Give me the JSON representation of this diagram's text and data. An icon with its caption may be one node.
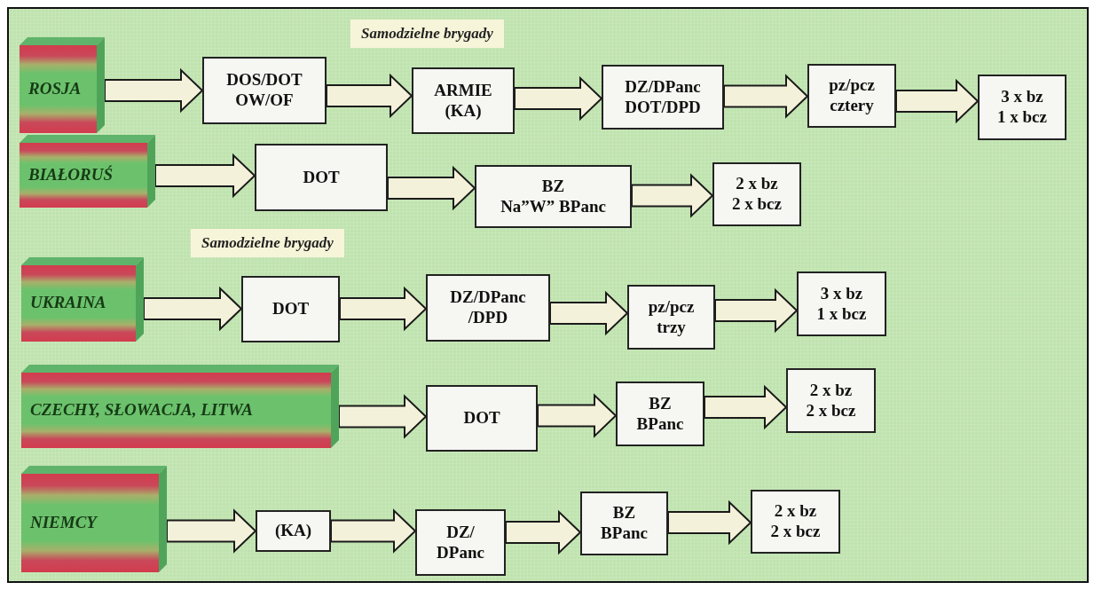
{
  "diagram": {
    "nodes": [
      {
        "text": [
          "ROSJA"
        ]
      },
      {
        "text": [
          "DOS/DOT",
          "OW/OF"
        ]
      },
      {
        "text": [
          "ARMIE",
          "(KA)"
        ]
      },
      {
        "text": [
          "DZ/DPanc",
          "DOT/DPD"
        ]
      },
      {
        "text": [
          "pz/pcz",
          "cztery"
        ]
      },
      {
        "text": [
          "3 x bz",
          "1 x bcz"
        ]
      },
      {
        "text": [
          "BIAŁORUŚ"
        ]
      },
      {
        "text": [
          "DOT"
        ]
      },
      {
        "text": [
          "BZ",
          "Na”W” BPanc"
        ]
      },
      {
        "text": [
          "2 x bz",
          "2 x bcz"
        ]
      },
      {
        "text": [
          "UKRAINA"
        ]
      },
      {
        "text": [
          "DOT"
        ]
      },
      {
        "text": [
          "DZ/DPanc",
          "/DPD"
        ]
      },
      {
        "text": [
          "pz/pcz",
          "trzy"
        ]
      },
      {
        "text": [
          "3 x bz",
          "1 x bcz"
        ]
      },
      {
        "text": [
          "CZECHY, SŁOWACJA, LITWA"
        ]
      },
      {
        "text": [
          "DOT"
        ]
      },
      {
        "text": [
          "BZ",
          "BPanc"
        ]
      },
      {
        "text": [
          "2 x bz",
          "2 x bcz"
        ]
      },
      {
        "text": [
          "NIEMCY"
        ]
      },
      {
        "text": [
          "(KA)"
        ]
      },
      {
        "text": [
          "DZ/",
          "DPanc"
        ]
      },
      {
        "text": [
          "BZ",
          "BPanc"
        ]
      },
      {
        "text": [
          "2 x bz",
          "2 x bcz"
        ]
      }
    ],
    "edges": [
      {
        "from": 0,
        "to": 1,
        "arrow": "to"
      },
      {
        "from": 1,
        "to": 2,
        "arrow": "to"
      },
      {
        "from": 2,
        "to": 3,
        "arrow": "to"
      },
      {
        "from": 3,
        "to": 4,
        "arrow": "to"
      },
      {
        "from": 4,
        "to": 5,
        "arrow": "to"
      },
      {
        "from": 6,
        "to": 7,
        "arrow": "to"
      },
      {
        "from": 7,
        "to": 8,
        "arrow": "to"
      },
      {
        "from": 8,
        "to": 9,
        "arrow": "to"
      },
      {
        "from": 10,
        "to": 11,
        "arrow": "to"
      },
      {
        "from": 11,
        "to": 12,
        "arrow": "to"
      },
      {
        "from": 12,
        "to": 13,
        "arrow": "to"
      },
      {
        "from": 13,
        "to": 14,
        "arrow": "to"
      },
      {
        "from": 15,
        "to": 16,
        "arrow": "to"
      },
      {
        "from": 16,
        "to": 17,
        "arrow": "to"
      },
      {
        "from": 17,
        "to": 18,
        "arrow": "to"
      },
      {
        "from": 19,
        "to": 20,
        "arrow": "to"
      },
      {
        "from": 20,
        "to": 21,
        "arrow": "to"
      },
      {
        "from": 21,
        "to": 22,
        "arrow": "to"
      },
      {
        "from": 22,
        "to": 23,
        "arrow": "to"
      }
    ],
    "labels": [
      "Samodzielne brygady",
      "Samodzielne brygady"
    ]
  }
}
